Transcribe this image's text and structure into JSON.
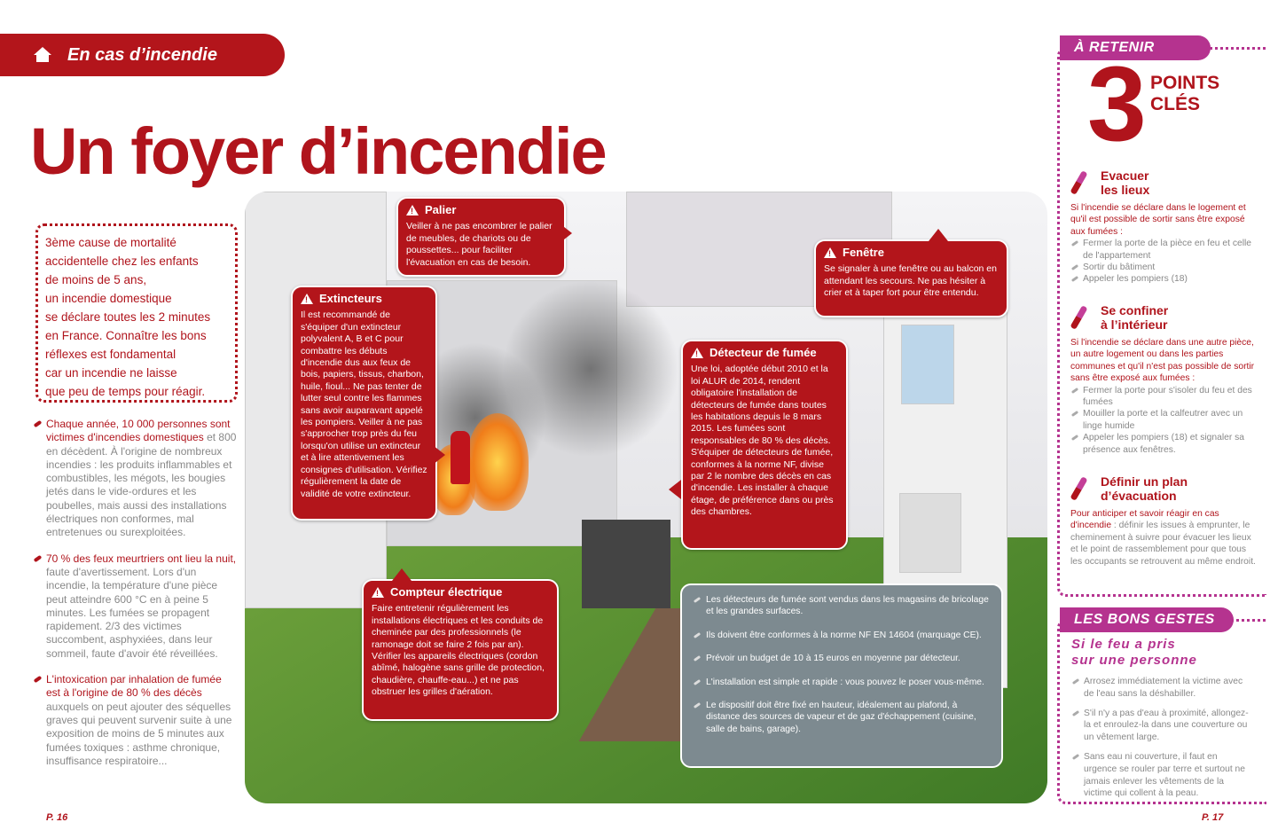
{
  "header": {
    "section": "En cas d’incendie",
    "title": "Un foyer d’incendie"
  },
  "intro_box": [
    "3ème cause de mortalité",
    "accidentelle chez les enfants",
    "de moins de 5 ans,",
    "un incendie domestique",
    "se déclare toutes les 2 minutes",
    "en France. Connaître les bons",
    "réflexes est fondamental",
    "car un incendie ne laisse",
    "que peu de temps pour réagir."
  ],
  "facts": [
    {
      "lead": "Chaque année, 10 000 personnes sont victimes d'incendies domestiques",
      "text": "et 800 en décèdent. À l'origine de nombreux incendies : les produits inflammables et combustibles, les mégots, les bougies jetés dans le vide-ordures et les poubelles, mais aussi des installations électriques non conformes, mal entretenues ou surexploitées."
    },
    {
      "lead": "70 % des feux meurtriers ont lieu la nuit,",
      "text": "faute d'avertissement. Lors d'un incendie, la température d'une pièce peut atteindre 600 °C en à peine 5 minutes. Les fumées se propagent rapidement. 2/3 des victimes succombent, asphyxiées, dans leur sommeil, faute d'avoir été réveillées."
    },
    {
      "lead": "L'intoxication par inhalation de fumée est à l'origine de 80 % des décès",
      "text": "auxquels on peut ajouter des séquelles graves qui peuvent survenir suite à une exposition de moins de 5 minutes aux fumées toxiques : asthme chronique, insuffisance respiratoire..."
    }
  ],
  "callouts": {
    "palier": {
      "title": "Palier",
      "text": "Veiller à ne pas encombrer le palier de meubles, de chariots ou de poussettes... pour faciliter l'évacuation en cas de besoin."
    },
    "extincteurs": {
      "title": "Extincteurs",
      "text": "Il est recommandé de s'équiper d'un extincteur polyvalent A, B et C pour combattre les débuts d'incendie dus aux feux de bois, papiers, tissus, charbon, huile, fioul... Ne pas tenter de lutter seul contre les flammes sans avoir auparavant appelé les pompiers. Veiller à ne pas s'approcher trop près du feu lorsqu'on utilise un extincteur et à lire attentivement les consignes d'utilisation. Vérifiez régulièrement la date de validité de votre extincteur."
    },
    "fenetre": {
      "title": "Fenêtre",
      "text": "Se signaler à une fenêtre ou au balcon en attendant les secours. Ne pas hésiter à crier et à taper fort pour être entendu."
    },
    "detecteur": {
      "title": "Détecteur de fumée",
      "text": "Une loi, adoptée début 2010 et la loi ALUR de 2014, rendent obligatoire l'installation de détecteurs de fumée dans toutes les habitations depuis le 8 mars 2015. Les fumées sont responsables de 80 % des décès. S'équiper de détecteurs de fumée, conformes à la norme NF, divise par 2 le nombre des décès en cas d'incendie. Les installer à chaque étage, de préférence dans ou près des chambres."
    },
    "compteur": {
      "title": "Compteur électrique",
      "text": "Faire entretenir régulièrement les installations électriques et les conduits de cheminée par des professionnels (le ramonage doit se faire 2 fois par an). Vérifier les appareils électriques (cordon abîmé, halogène sans grille de protection, chaudière, chauffe-eau...) et ne pas obstruer les grilles d'aération."
    }
  },
  "detector_tips": [
    "Les détecteurs de fumée sont vendus dans les magasins de bricolage et les grandes surfaces.",
    "Ils doivent être conformes à la norme NF EN 14604 (marquage CE).",
    "Prévoir un budget de 10 à 15 euros en moyenne par détecteur.",
    "L'installation est simple et rapide : vous pouvez le poser vous-même.",
    "Le dispositif doit être fixé en hauteur, idéalement au plafond, à distance des sources de vapeur et de gaz d'échappement (cuisine, salle de bains, garage)."
  ],
  "retenir": {
    "label": "À RETENIR",
    "number": "3",
    "points": "POINTS",
    "cles": "CLÉS",
    "sections": [
      {
        "title1": "Evacuer",
        "title2": "les lieux",
        "intro": "Si l'incendie se déclare dans le logement et qu'il est possible de sortir sans être exposé aux fumées :",
        "rest": "",
        "items": [
          "Fermer la porte de la pièce en feu et celle de l'appartement",
          "Sortir du bâtiment",
          "Appeler les pompiers (18)"
        ]
      },
      {
        "title1": "Se confiner",
        "title2": "à l’intérieur",
        "intro": "Si l'incendie se déclare dans une autre pièce, un autre logement ou dans les parties communes et qu'il n'est pas possible de sortir sans être exposé aux fumées :",
        "rest": "",
        "items": [
          "Fermer la porte pour s'isoler du feu et des fumées",
          "Mouiller la porte et la calfeutrer avec un linge humide",
          "Appeler les pompiers (18) et signaler sa présence aux fenêtres."
        ]
      },
      {
        "title1": "Définir un plan",
        "title2": "d’évacuation",
        "intro": "Pour anticiper et savoir réagir en cas d'incendie",
        "rest": " : définir les issues à emprunter, le cheminement à suivre pour évacuer les lieux et le point de rassemblement pour que tous les occupants se retrouvent au même endroit.",
        "items": []
      }
    ]
  },
  "bons_gestes": {
    "label": "LES BONS GESTES",
    "subtitle1": "Si le feu a pris",
    "subtitle2": "sur une personne",
    "items": [
      "Arrosez immédiatement la victime avec de l'eau sans la déshabiller.",
      "S'il n'y a pas d'eau à proximité, allongez-la et enroulez-la dans une couverture ou un vêtement large.",
      "Sans eau ni couverture, il faut en urgence se rouler par terre et surtout ne jamais enlever les vêtements de la victime qui collent à la peau."
    ]
  },
  "pages": {
    "left": "P. 16",
    "right": "P. 17"
  }
}
